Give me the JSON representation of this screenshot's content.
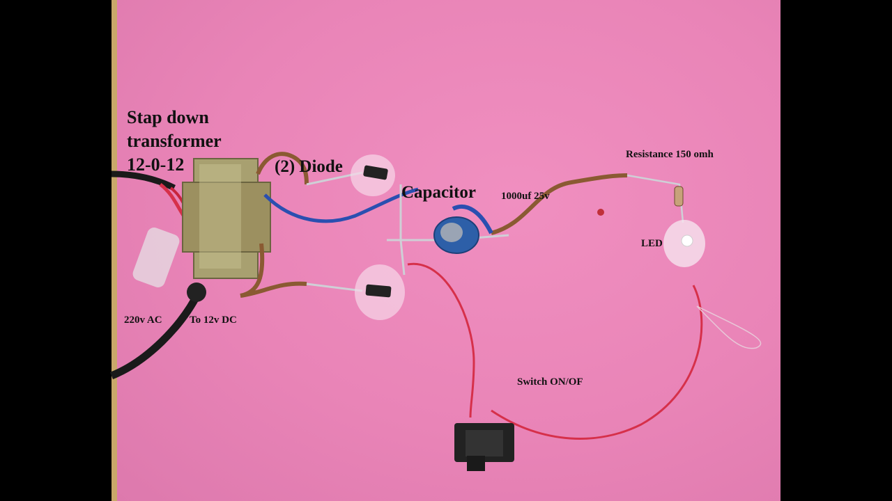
{
  "photo": {
    "labels": {
      "transformer": [
        "Stap down",
        "transformer",
        "12-0-12"
      ],
      "diode": "(2) Diode",
      "capacitor": "Capacitor",
      "capacitor_rating": "1000uf 25v",
      "resistance": "Resistance 150 omh",
      "led": "LED",
      "input": "220v AC",
      "output": "To 12v DC",
      "switch": "Switch ON/OF"
    },
    "colors": {
      "board": "#e984b7",
      "wire_brown": "#8a5a32",
      "wire_blue": "#2a4fb0",
      "wire_red": "#d6304a",
      "cable_black": "#1a1a1a",
      "transformer": "#a8a070"
    }
  }
}
